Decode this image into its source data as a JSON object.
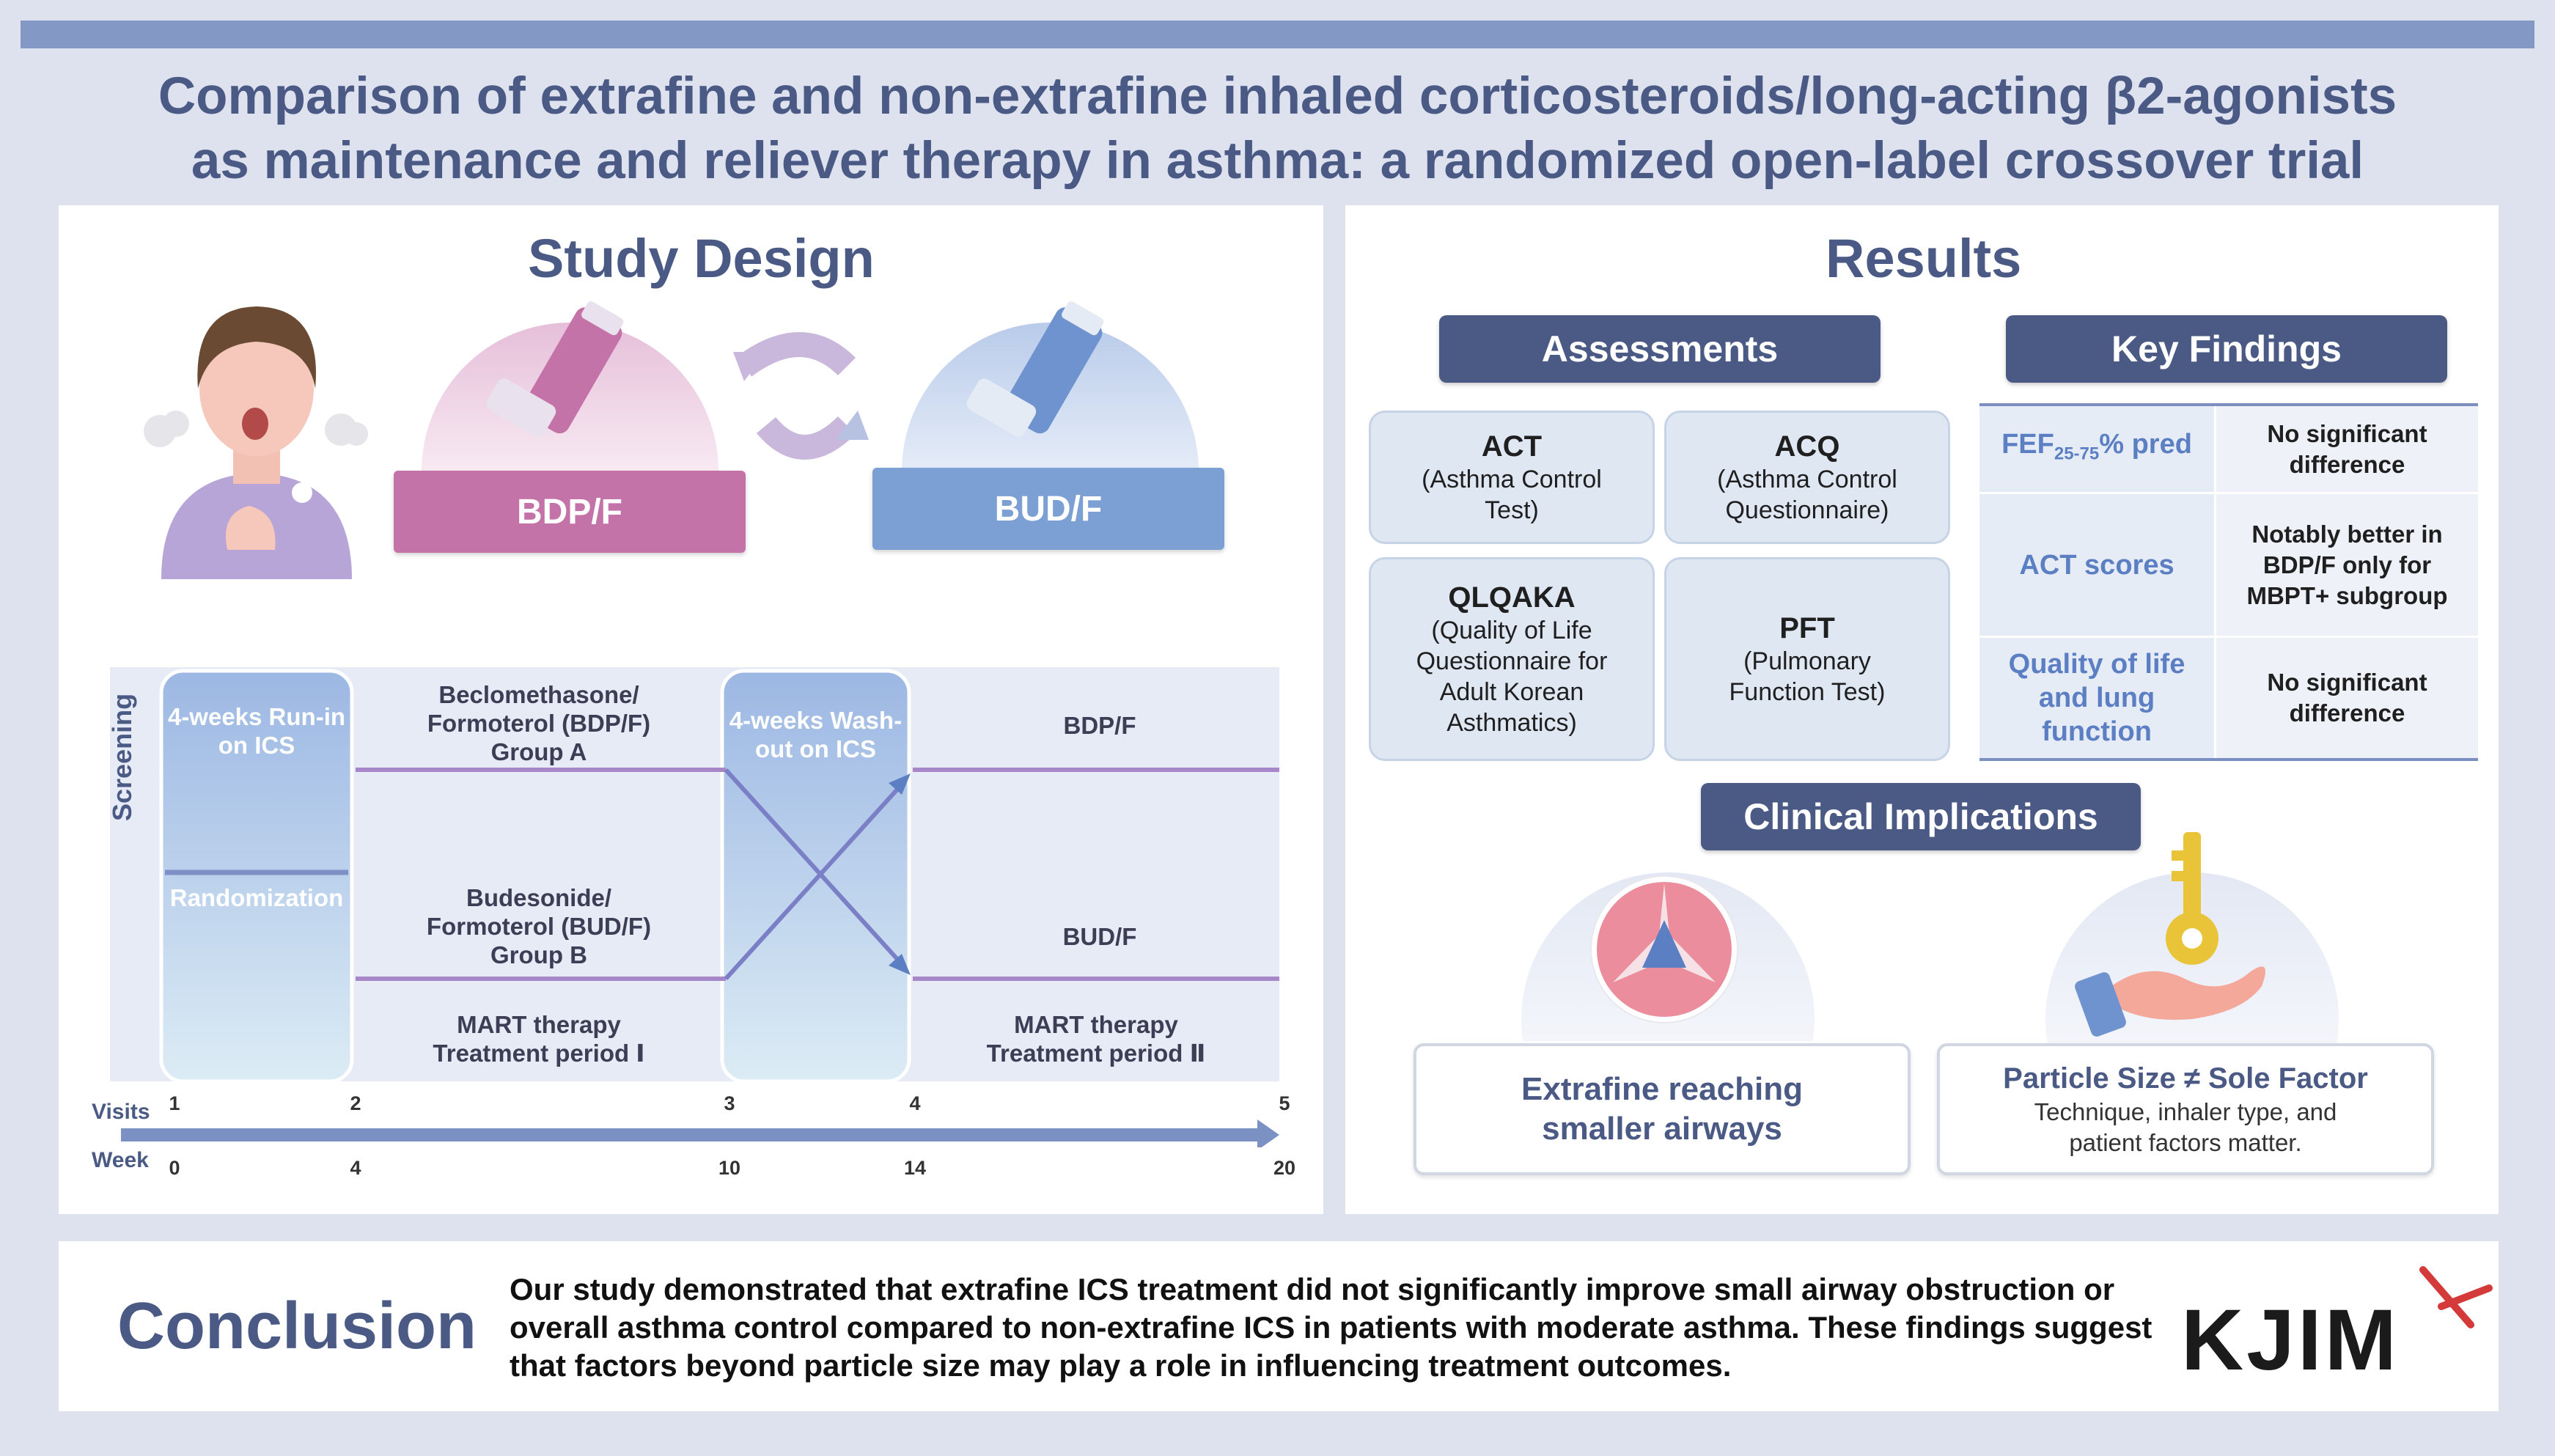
{
  "title": {
    "line1": "Comparison of extrafine and non-extrafine inhaled corticosteroids/long-acting β2-agonists",
    "line2": "as maintenance and reliever therapy in asthma: a randomized open-label crossover trial"
  },
  "study_design": {
    "heading": "Study Design",
    "drug_a": "BDP/F",
    "drug_b": "BUD/F",
    "timeline": {
      "screening": "Screening",
      "run_in": "4-weeks Run-in on ICS",
      "randomization": "Randomization",
      "washout": "4-weeks Wash-out on ICS",
      "group_a": [
        "Beclomethasone/",
        "Formoterol (BDP/F)",
        "Group A"
      ],
      "group_b": [
        "Budesonide/",
        "Formoterol (BUD/F)",
        "Group B"
      ],
      "period1": [
        "MART therapy",
        "Treatment period Ⅰ"
      ],
      "period2": [
        "MART therapy",
        "Treatment period Ⅱ"
      ],
      "cross_top": "BDP/F",
      "cross_bottom": "BUD/F",
      "visits_label": "Visits",
      "week_label": "Week",
      "visits": [
        "1",
        "2",
        "3",
        "4",
        "5"
      ],
      "weeks": [
        "0",
        "4",
        "10",
        "14",
        "20"
      ]
    }
  },
  "results": {
    "heading": "Results",
    "assessments_label": "Assessments",
    "key_findings_label": "Key Findings",
    "assessments": [
      {
        "abbr": "ACT",
        "desc": [
          "(Asthma Control",
          "Test)"
        ]
      },
      {
        "abbr": "ACQ",
        "desc": [
          "(Asthma Control",
          "Questionnaire)"
        ]
      },
      {
        "abbr": "QLQAKA",
        "desc": [
          "(Quality of Life",
          "Questionnaire for",
          "Adult Korean",
          "Asthmatics)"
        ]
      },
      {
        "abbr": "PFT",
        "desc": [
          "(Pulmonary",
          "Function Test)"
        ]
      }
    ],
    "key_findings": [
      {
        "label": "FEF",
        "label_sub": "25-75",
        "label_tail": "% pred",
        "finding": "No significant difference"
      },
      {
        "label": "ACT scores",
        "finding": "Notably better in BDP/F only for MBPT+ subgroup"
      },
      {
        "label": "Quality of life and lung function",
        "finding": "No significant difference"
      }
    ],
    "clinical_label": "Clinical Implications",
    "implication_1": [
      "Extrafine reaching",
      "smaller airways"
    ],
    "implication_2_title": "Particle Size ≠ Sole Factor",
    "implication_2_desc": [
      "Technique, inhaler type, and",
      "patient factors matter."
    ]
  },
  "conclusion": {
    "heading": "Conclusion",
    "text": "Our study demonstrated that extrafine ICS treatment did not significantly improve small airway obstruction or overall asthma control compared to non-extrafine ICS in patients with moderate asthma. These findings suggest that factors beyond particle size may play a role in influencing treatment outcomes."
  },
  "logo": {
    "text": "KJIM"
  },
  "colors": {
    "navy": "#4a5a85",
    "pink": "#c473a9",
    "blue": "#7c9fd4",
    "purple_line": "#9a86c4"
  }
}
